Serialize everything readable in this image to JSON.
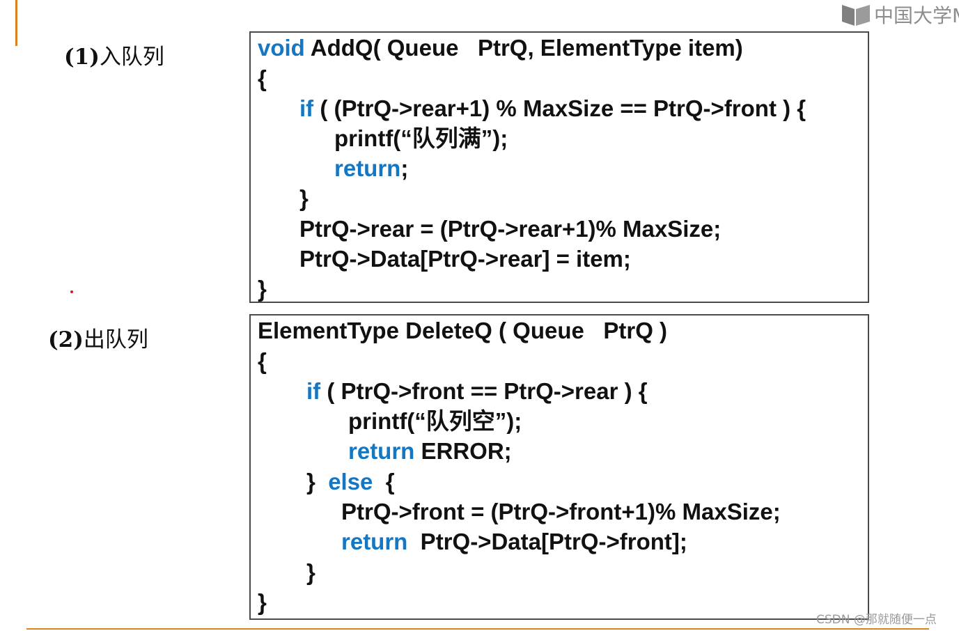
{
  "sections": [
    {
      "label_num": "(1)",
      "label_text": "入队列",
      "code_lines": [
        [
          {
            "t": "void",
            "kw": true
          },
          {
            "t": " AddQ( Queue   PtrQ, ElementType item)"
          }
        ],
        [
          {
            "t": "{"
          }
        ],
        [
          {
            "t": "if",
            "kw": true
          },
          {
            "t": " ( (PtrQ->rear+1) % MaxSize == PtrQ->front ) {"
          }
        ],
        [
          {
            "t": "printf(“队列满”);"
          }
        ],
        [
          {
            "t": "return",
            "kw": true
          },
          {
            "t": ";"
          }
        ],
        [
          {
            "t": "}"
          }
        ],
        [
          {
            "t": "PtrQ->rear = (PtrQ->rear+1)% MaxSize;"
          }
        ],
        [
          {
            "t": "PtrQ->Data[PtrQ->rear] = item;"
          }
        ],
        [
          {
            "t": "}"
          }
        ]
      ]
    },
    {
      "label_num": "(2)",
      "label_text": "出队列",
      "code_lines": [
        [
          {
            "t": "ElementType DeleteQ ( Queue   PtrQ )"
          }
        ],
        [
          {
            "t": "{"
          }
        ],
        [
          {
            "t": "if",
            "kw": true
          },
          {
            "t": " ( PtrQ->front == PtrQ->rear ) {"
          }
        ],
        [
          {
            "t": "printf(“队列空”);"
          }
        ],
        [
          {
            "t": "return",
            "kw": true
          },
          {
            "t": " ERROR;"
          }
        ],
        [
          {
            "t": "}  "
          },
          {
            "t": "else",
            "kw": true
          },
          {
            "t": "  {"
          }
        ],
        [
          {
            "t": "PtrQ->front = (PtrQ->front+1)% MaxSize;"
          }
        ],
        [
          {
            "t": "return",
            "kw": true
          },
          {
            "t": "  PtrQ->Data[PtrQ->front];"
          }
        ],
        [
          {
            "t": "}"
          }
        ],
        [
          {
            "t": "}"
          }
        ]
      ]
    }
  ],
  "logo": {
    "text": "中国大学M",
    "icon": "mooc-book-icon"
  },
  "watermark": "CSDN @那就随便一点",
  "colors": {
    "keyword": "#1577c2",
    "accent": "#d9821e",
    "text": "#111111"
  }
}
